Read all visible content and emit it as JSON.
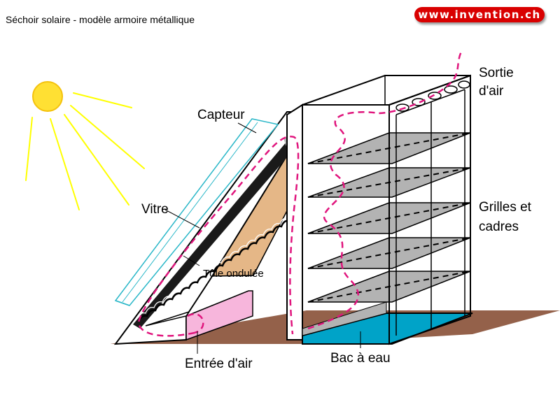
{
  "title": "Séchoir solaire - modèle armoire métallique",
  "logo_text": "www.invention.ch",
  "labels": {
    "capteur": "Capteur",
    "vitre": "Vitre",
    "tole": "Tôle ondulée",
    "sortie_line1": "Sortie",
    "sortie_line2": "d'air",
    "grilles_line1": "Grilles et",
    "grilles_line2": "cadres",
    "entree": "Entrée d'air",
    "bac": "Bac à eau"
  },
  "colors": {
    "sun": "#ffe033",
    "sun_rays": "#ffff00",
    "glass": "#2ab7c8",
    "wood": "#e5b787",
    "inlet_box": "#f7b6dc",
    "ground": "#94614a",
    "water": "#00a3c8",
    "shelves": "#b3b3b3",
    "airflow": "#e0157d",
    "logo": "#d90000"
  }
}
